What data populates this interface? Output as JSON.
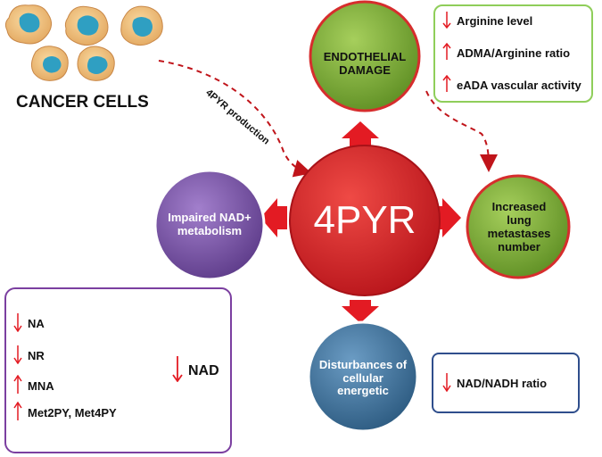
{
  "colors": {
    "red": "#e31b23",
    "center_circle": "#d6252b",
    "green_circle": "#78a832",
    "purple_circle": "#7c55a8",
    "blue_circle": "#3b6f97",
    "green_box": "#8fce5a",
    "purple_box": "#7b3fa0",
    "blue_box": "#2f4e8c"
  },
  "cancer_cells": {
    "label": "CANCER CELLS"
  },
  "flow_label": "4PYR production",
  "center": {
    "label": "4PYR"
  },
  "top": {
    "label": "ENDOTHELIAL DAMAGE"
  },
  "left": {
    "label": "Impaired NAD+ metabolism"
  },
  "right": {
    "label": "Increased lung metastases number"
  },
  "bottom": {
    "label": "Disturbances of cellular energetic"
  },
  "endothelial_box": {
    "items": [
      {
        "dir": "down",
        "text": "Arginine level"
      },
      {
        "dir": "up",
        "text": "ADMA/Arginine ratio"
      },
      {
        "dir": "up",
        "text": "eADA vascular activity"
      }
    ]
  },
  "nad_box": {
    "items": [
      {
        "dir": "down",
        "text": "NA"
      },
      {
        "dir": "down",
        "text": "NR"
      },
      {
        "dir": "up",
        "text": "MNA"
      },
      {
        "dir": "up",
        "text": "Met2PY, Met4PY"
      }
    ],
    "result": {
      "dir": "down",
      "text": "NAD"
    }
  },
  "energy_box": {
    "items": [
      {
        "dir": "down",
        "text": "NAD/NADH ratio"
      }
    ]
  }
}
